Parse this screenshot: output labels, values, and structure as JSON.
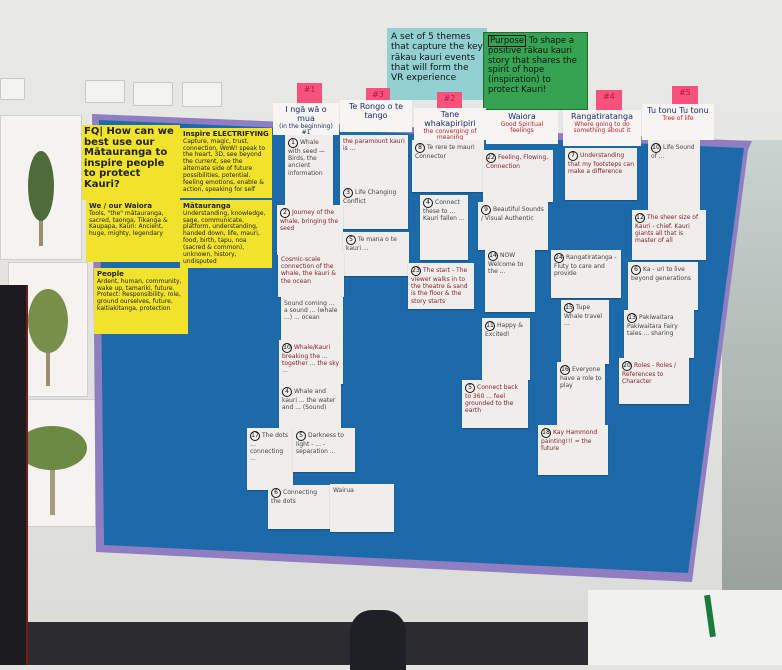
{
  "top_cards": {
    "themes": "A set of 5 themes that capture the key rākau kauri events that will form the VR experience",
    "purpose_label": "Purpose",
    "purpose": "To shape a positive rākau kauri story that shares the spirit of hope (inspiration) to protect Kauri!"
  },
  "tags": [
    "#1",
    "#3",
    "#2",
    "#4",
    "#5"
  ],
  "headers": [
    {
      "title": "I ngā wā o mua",
      "sub": "(in the beginning) #1"
    },
    {
      "title": "Te Rongo o te tango",
      "sub": ""
    },
    {
      "title": "Tane whakapiripiri",
      "sub": "the converging of meaning"
    },
    {
      "title": "Waiora",
      "sub": "Good Spiritual feelings"
    },
    {
      "title": "Rangatiratanga",
      "sub": "Where going to do something about it"
    },
    {
      "title": "Tu tonu Tu tonu",
      "sub": "Tree of life"
    }
  ],
  "yellow": [
    {
      "title": "FQ| How can we best use our Mātauranga to inspire people to protect Kauri?",
      "body": ""
    },
    {
      "title": "Inspire  ELECTRIFYING",
      "body": "Capture, magic, trust, connection, WoW! speak to the heart, 3D, see beyond the current, see the alternate side of future possibilities, potential, feeling emotions, enable & action, speaking for self"
    },
    {
      "title": "We / our  Waiora",
      "body": "Tools, \"the\" mātauranga, sacred, taonga, Tikanga & Kaupapa, Kauri: Ancient, huge, mighty, legendary"
    },
    {
      "title": "Mātauranga",
      "body": "Understanding, knowledge, sage, communicate, platform, understanding, handed down, life, mauri, food, birth, tapu, noa (sacred & common), unknown, history, undisputed"
    },
    {
      "title": "People",
      "body": "Ardent, human, community, wake up, tamariki, future. Protect: Responsibility, role, ground ourselves, future, kaitiakitanga, protection"
    }
  ],
  "notes": [
    {
      "n": "1",
      "text": "Whale with seed — Birds, the ancient information"
    },
    {
      "n": "",
      "text": "the paramount kauri is ..."
    },
    {
      "n": "3",
      "text": "Life Changing Conflict"
    },
    {
      "n": "2",
      "text": "Journey of the whale, bringing the seed"
    },
    {
      "n": "5",
      "text": "Te mana o te kauri ..."
    },
    {
      "n": "8",
      "text": "Te rere te mauri Connector"
    },
    {
      "n": "4",
      "text": "Connect these to ... Kauri fallen ..."
    },
    {
      "n": "22",
      "text": "Feeling, Flowing, Connection"
    },
    {
      "n": "9",
      "text": "Beautiful Sounds / Visual  Authentic"
    },
    {
      "n": "23",
      "text": "The start - The viewer walks in to the theatre & sand is the floor & the story starts"
    },
    {
      "n": "14",
      "text": "NOW  Welcome to the ..."
    },
    {
      "n": "7",
      "text": "Understanding that my footsteps can make a difference"
    },
    {
      "n": "10",
      "text": "Life  Sound of ..."
    },
    {
      "n": "12",
      "text": "The sheer size of Kauri - chief. Kauri giants all that is master of all"
    },
    {
      "n": "24",
      "text": "Rangatiratanga - Fluty to care and provide"
    },
    {
      "n": "6",
      "text": "Ka - uri  to live beyond generations"
    },
    {
      "n": "15",
      "text": "Tupe  Whale travel ..."
    },
    {
      "n": "13",
      "text": "Pakiwaitara Pakiwaitara  Fairy tales ... sharing"
    },
    {
      "n": "20",
      "text": "Roles - Roles / References to Character"
    },
    {
      "n": "16",
      "text": "Everyone have a role to play"
    },
    {
      "n": "",
      "text": "Cosmic-scale connection of the whale, the kauri & the ocean"
    },
    {
      "n": "",
      "text": "Sound coming ... a sound ... (whale ...) ... ocean"
    },
    {
      "n": "10",
      "text": "Whale/Kauri breaking the ... together ... the sky ..."
    },
    {
      "n": "4",
      "text": "Whale and kauri ... the water and ... (Sound)"
    },
    {
      "n": "17",
      "text": "The dots  ... connecting ..."
    },
    {
      "n": "5",
      "text": "Darkness to light  - ... - separation ..."
    },
    {
      "n": "6",
      "text": "Connecting the dots"
    },
    {
      "n": "",
      "text": "Wairua"
    },
    {
      "n": "11",
      "text": "Happy & Excited!"
    },
    {
      "n": "5",
      "text": "Connect back to 360 ... feel grounded to the earth"
    },
    {
      "n": "18",
      "text": "Kay Hammond painting!!! = the future"
    }
  ],
  "colors": {
    "board": "#1d6aab",
    "tape": "#8f7fc2",
    "yellow": "#f1e22c",
    "pink": "#f6527d",
    "green": "#35a352",
    "teal": "#93d0d2"
  }
}
